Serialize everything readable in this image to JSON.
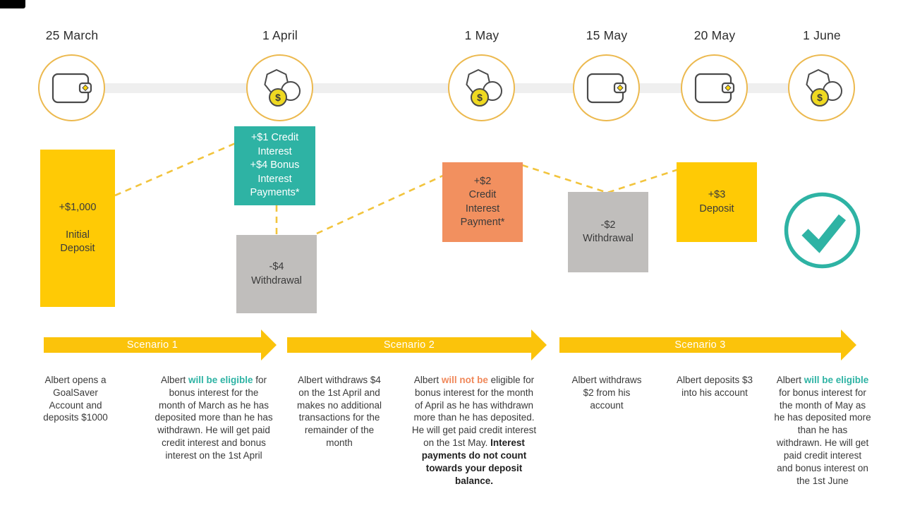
{
  "title": "GoalSaver bonus interest scenarios timeline",
  "colors": {
    "box_yellow": "#ffca05",
    "box_teal": "#2eb3a4",
    "box_gray": "#c0bebc",
    "box_orange": "#f2905f",
    "arrow_yellow": "#fbc30b",
    "dashed_line": "#f2c43d",
    "timeline_bar": "#efefef",
    "circle_border": "#ecb94f",
    "highlight_teal": "#2eb3a4",
    "highlight_orange": "#f0885a",
    "coin_yellow": "#efd921",
    "check_teal": "#2eb3a4"
  },
  "timeline": {
    "nodes": [
      {
        "date": "25 March",
        "icon": "wallet-icon"
      },
      {
        "date": "1 April",
        "icon": "coins-icon"
      },
      {
        "date": "1 May",
        "icon": "coins-icon"
      },
      {
        "date": "15 May",
        "icon": "wallet-icon"
      },
      {
        "date": "20 May",
        "icon": "wallet-icon"
      },
      {
        "date": "1 June",
        "icon": "coins-icon"
      }
    ]
  },
  "boxes": [
    {
      "id": "initial-deposit",
      "text": "+$1,000\n\nInitial\nDeposit"
    },
    {
      "id": "credit-bonus-interest",
      "text": "+$1 Credit\nInterest\n+$4 Bonus\nInterest\nPayments*"
    },
    {
      "id": "withdrawal-4",
      "text": "-$4\nWithdrawal"
    },
    {
      "id": "credit-interest-payment",
      "text": "+$2\nCredit\nInterest\nPayment*"
    },
    {
      "id": "withdrawal-2",
      "text": "-$2\nWithdrawal"
    },
    {
      "id": "deposit-3",
      "text": "+$3\nDeposit"
    }
  ],
  "scenarios": [
    {
      "label": "Scenario 1"
    },
    {
      "label": "Scenario 2"
    },
    {
      "label": "Scenario 3"
    }
  ],
  "descriptions": [
    {
      "segments": [
        {
          "t": "Albert opens a\nGoalSaver\nAccount and\ndeposits $1000",
          "s": "normal"
        }
      ]
    },
    {
      "segments": [
        {
          "t": "Albert ",
          "s": "normal"
        },
        {
          "t": "will be eligible",
          "s": "teal-bold"
        },
        {
          "t": " for\nbonus interest for the\nmonth of March as he has\ndeposited more than he has\nwithdrawn. He will get paid\ncredit interest and bonus\ninterest on the 1st April",
          "s": "normal"
        }
      ]
    },
    {
      "segments": [
        {
          "t": "Albert withdraws $4\non the 1st April and\nmakes no additional\ntransactions for the\nremainder of the\nmonth",
          "s": "normal"
        }
      ]
    },
    {
      "segments": [
        {
          "t": "Albert ",
          "s": "normal"
        },
        {
          "t": "will not be",
          "s": "orange-bold"
        },
        {
          "t": " eligible for\nbonus interest for the month\nof April as he has withdrawn\nmore than he has deposited.\nHe will get paid credit interest\non the 1st May. ",
          "s": "normal"
        },
        {
          "t": "Interest\npayments do not count\ntowards your deposit\nbalance.",
          "s": "bold"
        }
      ]
    },
    {
      "segments": [
        {
          "t": "Albert withdraws\n$2 from his\naccount",
          "s": "normal"
        }
      ]
    },
    {
      "segments": [
        {
          "t": "Albert deposits $3\ninto his account",
          "s": "normal"
        }
      ]
    },
    {
      "segments": [
        {
          "t": "Albert ",
          "s": "normal"
        },
        {
          "t": "will be eligible",
          "s": "teal-bold"
        },
        {
          "t": "\nfor bonus interest for\nthe month of May as\nhe has deposited more\nthan he has\nwithdrawn. He will get\npaid credit interest\nand bonus interest on\nthe 1st June",
          "s": "normal"
        }
      ]
    }
  ]
}
